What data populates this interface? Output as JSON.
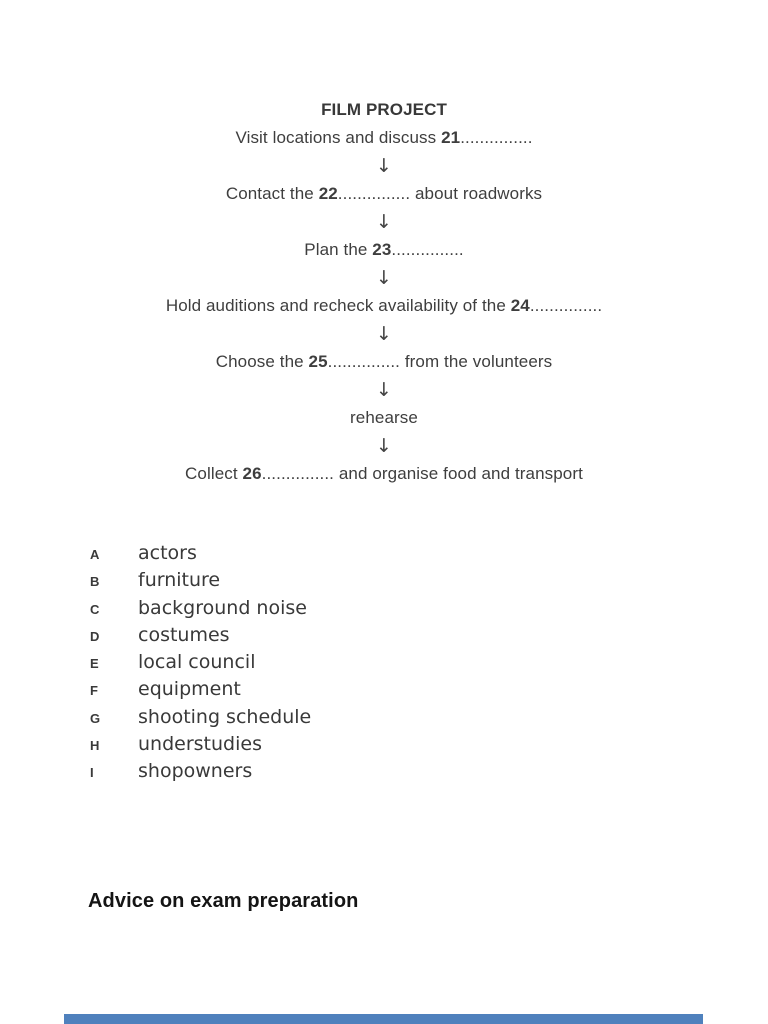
{
  "document": {
    "flowchart": {
      "title": "FILM PROJECT",
      "arrow_glyph": "↓",
      "steps": [
        {
          "pre": "Visit locations and discuss ",
          "num": "21",
          "dots": "...............",
          "post": ""
        },
        {
          "pre": "Contact the ",
          "num": "22",
          "dots": "...............",
          "post": " about roadworks"
        },
        {
          "pre": "Plan the ",
          "num": "23",
          "dots": "...............",
          "post": ""
        },
        {
          "pre": "Hold auditions and recheck availability of the ",
          "num": "24",
          "dots": "...............",
          "post": ""
        },
        {
          "pre": "Choose the ",
          "num": "25",
          "dots": "...............",
          "post": " from the volunteers"
        },
        {
          "pre": "rehearse",
          "num": "",
          "dots": "",
          "post": ""
        },
        {
          "pre": "Collect ",
          "num": "26",
          "dots": "...............",
          "post": " and organise food and transport"
        }
      ]
    },
    "options": [
      {
        "letter": "A",
        "label": "actors"
      },
      {
        "letter": "B",
        "label": "furniture"
      },
      {
        "letter": "C",
        "label": "background noise"
      },
      {
        "letter": "D",
        "label": "costumes"
      },
      {
        "letter": "E",
        "label": "local council"
      },
      {
        "letter": "F",
        "label": "equipment"
      },
      {
        "letter": "G",
        "label": "shooting schedule"
      },
      {
        "letter": "H",
        "label": "understudies"
      },
      {
        "letter": "I",
        "label": "shopowners"
      }
    ],
    "next_section_heading": "Advice on exam preparation",
    "colors": {
      "text": "#3e3e3e",
      "heading": "#141414",
      "accent_bar": "#4f81bd"
    }
  }
}
